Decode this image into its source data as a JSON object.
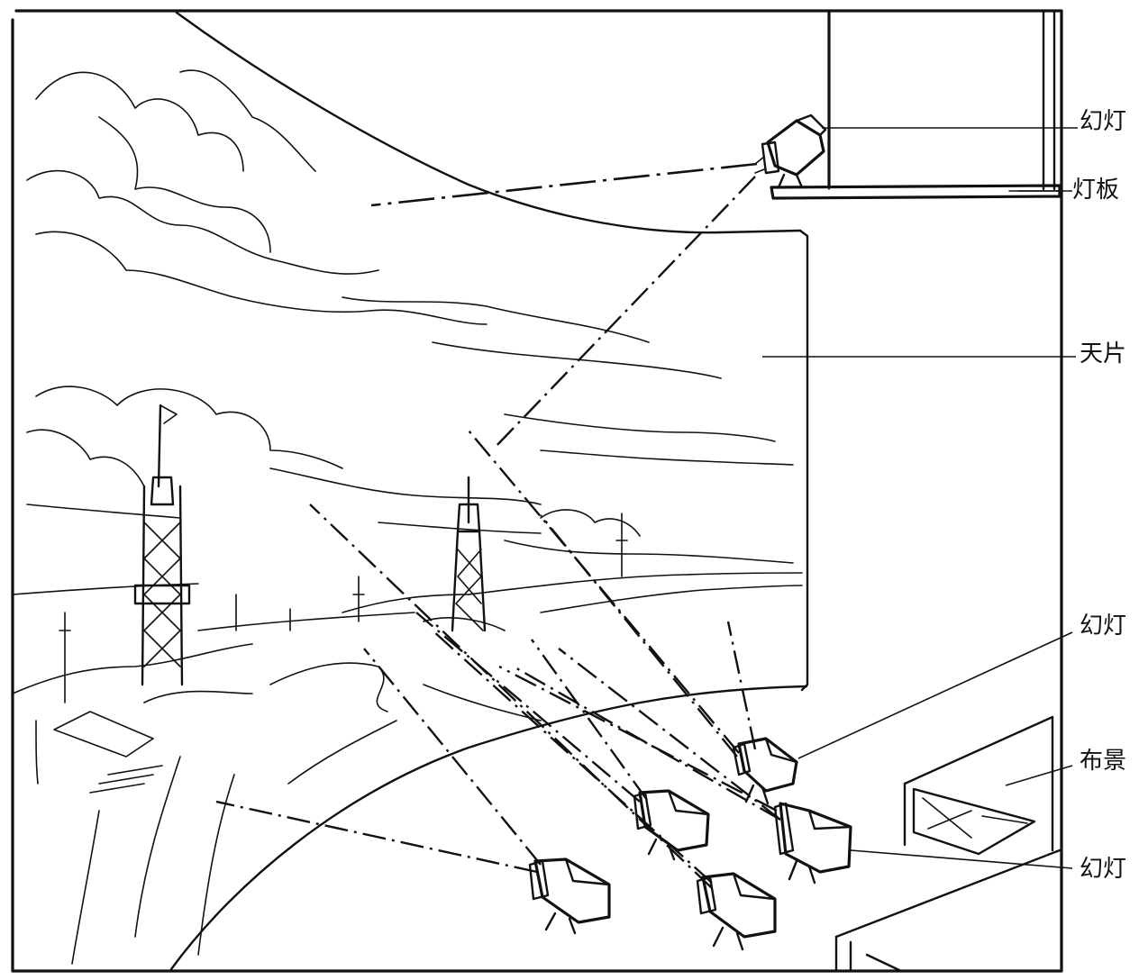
{
  "labels": {
    "lamp_top": "幻灯",
    "lamp_board": "灯板",
    "sky_drop": "天片",
    "lamp_mid": "幻灯",
    "set_piece": "布景",
    "lamp_bottom": "幻灯"
  },
  "icons": {
    "top_lamp": "slide-projector-icon",
    "floor_lamps": "slide-projector-icon"
  }
}
